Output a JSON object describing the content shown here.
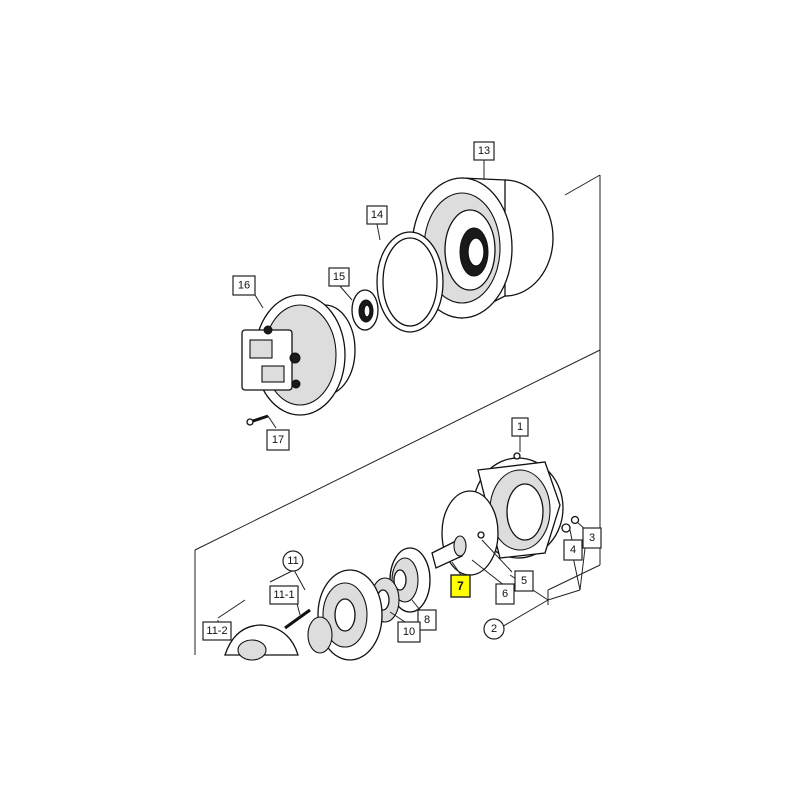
{
  "labels": {
    "l1": "1",
    "l2": "2",
    "l3": "3",
    "l4": "4",
    "l5": "5",
    "l6": "6",
    "l7": "7",
    "l8": "8",
    "l10": "10",
    "l11": "11",
    "l11_1": "11-1",
    "l11_2": "11-2",
    "l13": "13",
    "l14": "14",
    "l15": "15",
    "l16": "16",
    "l17": "17"
  },
  "highlight_color": "#ffff00"
}
